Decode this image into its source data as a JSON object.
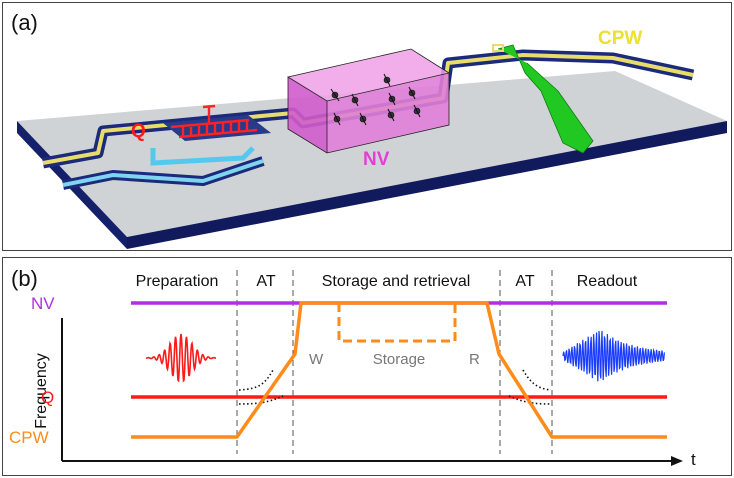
{
  "panel_a": {
    "label": "(a)",
    "labels": {
      "q": "Q",
      "nv": "NV",
      "cpw": "CPW"
    }
  },
  "panel_b": {
    "label": "(b)",
    "phases": [
      "Preparation",
      "AT",
      "Storage and retrieval",
      "AT",
      "Readout"
    ],
    "levels": {
      "nv": "NV",
      "q": "Q",
      "cpw": "CPW"
    },
    "write_label": "W",
    "storage_label": "Storage",
    "retrieve_label": "R",
    "y_axis_label": "Frequency",
    "x_axis_label": "t"
  },
  "colors": {
    "nv": "#b12fe0",
    "q": "#ff1a1a",
    "cpw": "#ff8c1a",
    "cpw_text": "#f0e020",
    "nv_box": "#e070d8",
    "readout": "#1a3cff",
    "green": "#1ec81e"
  }
}
